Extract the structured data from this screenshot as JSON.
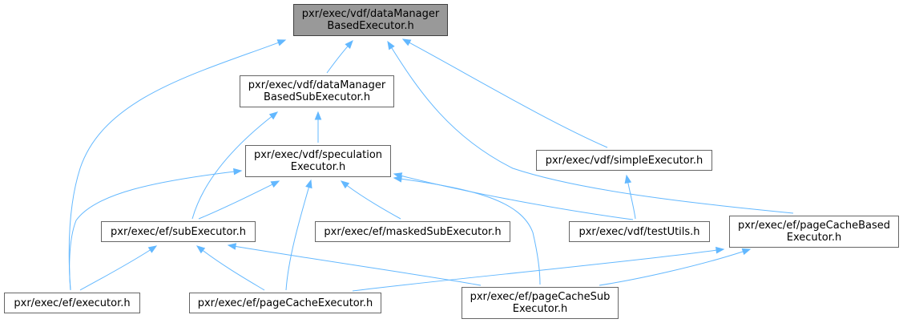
{
  "nodes": {
    "root": [
      "pxr/exec/vdf/dataManager",
      "BasedExecutor.h"
    ],
    "dmSub": [
      "pxr/exec/vdf/dataManager",
      "BasedSubExecutor.h"
    ],
    "spec": [
      "pxr/exec/vdf/speculation",
      "Executor.h"
    ],
    "simple": [
      "pxr/exec/vdf/simpleExecutor.h"
    ],
    "subExec": [
      "pxr/exec/ef/subExecutor.h"
    ],
    "masked": [
      "pxr/exec/ef/maskedSubExecutor.h"
    ],
    "testUtils": [
      "pxr/exec/vdf/testUtils.h"
    ],
    "pcBased": [
      "pxr/exec/ef/pageCacheBased",
      "Executor.h"
    ],
    "executor": [
      "pxr/exec/ef/executor.h"
    ],
    "pcExec": [
      "pxr/exec/ef/pageCacheExecutor.h"
    ],
    "pcSub": [
      "pxr/exec/ef/pageCacheSub",
      "Executor.h"
    ]
  },
  "edges": [
    [
      "root",
      "dmSub"
    ],
    [
      "root",
      "executor"
    ],
    [
      "root",
      "pcBased"
    ],
    [
      "root",
      "simple"
    ],
    [
      "dmSub",
      "spec"
    ],
    [
      "dmSub",
      "subExec"
    ],
    [
      "spec",
      "subExec"
    ],
    [
      "spec",
      "masked"
    ],
    [
      "spec",
      "testUtils"
    ],
    [
      "spec",
      "executor"
    ],
    [
      "spec",
      "pcExec"
    ],
    [
      "spec",
      "pcSub"
    ],
    [
      "simple",
      "testUtils"
    ],
    [
      "subExec",
      "executor"
    ],
    [
      "subExec",
      "pcExec"
    ],
    [
      "subExec",
      "pcSub"
    ],
    [
      "pcBased",
      "pcExec"
    ],
    [
      "pcBased",
      "pcSub"
    ]
  ]
}
